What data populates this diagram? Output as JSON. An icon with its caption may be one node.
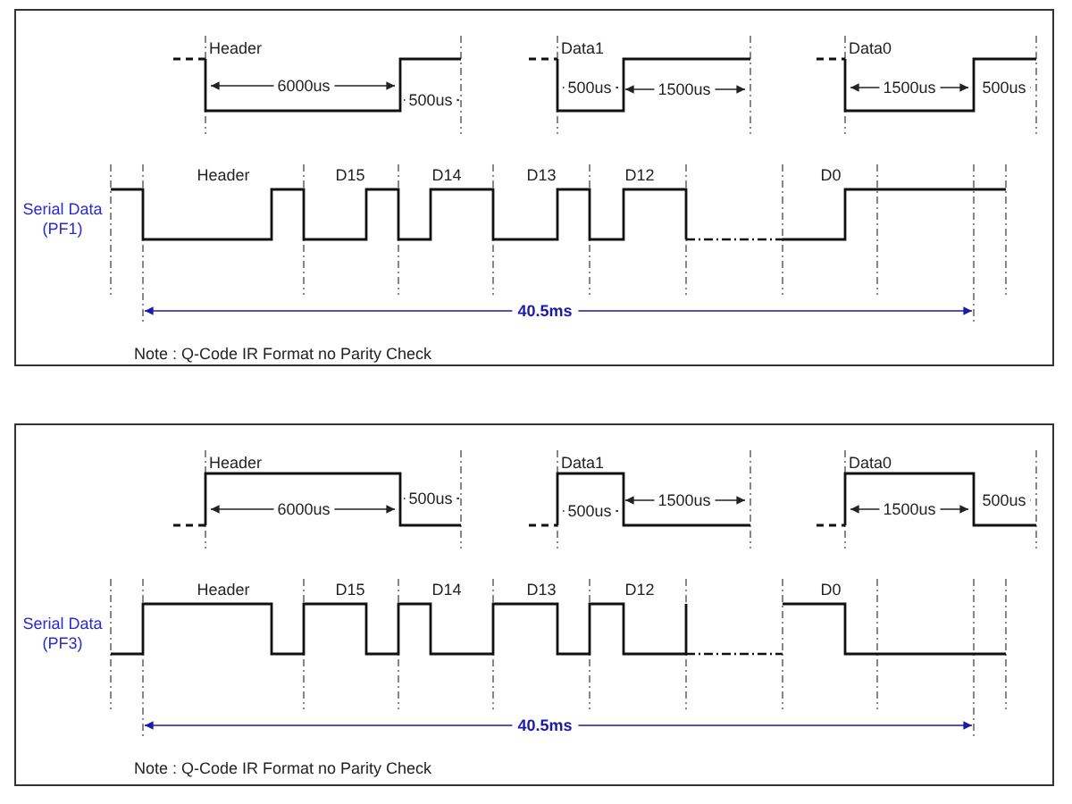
{
  "diagram": {
    "labels": [
      "Header",
      "Data1",
      "Data0",
      "6000us",
      "500us",
      "500us",
      "1500us",
      "1500us",
      "500us",
      "Serial Data (PF1)",
      "Header",
      "D15",
      "D14",
      "D13",
      "D12",
      "D0",
      "40.5ms",
      "Note : Q-Code IR Format no Parity Check",
      "Header",
      "Data1",
      "Data0",
      "6000us",
      "500us",
      "500us",
      "1500us",
      "1500us",
      "500us",
      "Serial Data (PF3)",
      "Header",
      "D15",
      "D14",
      "D13",
      "D12",
      "D0",
      "40.5ms",
      "Note : Q-Code IR Format no Parity Check"
    ]
  }
}
